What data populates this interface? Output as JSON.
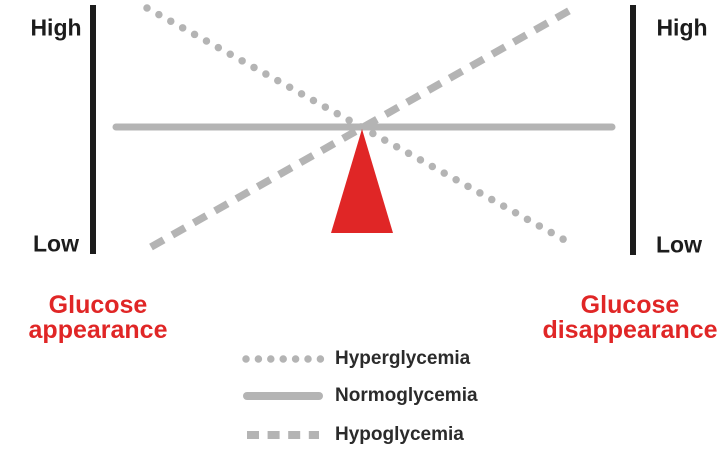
{
  "axes": {
    "left": {
      "high": "High",
      "low": "Low"
    },
    "right": {
      "high": "High",
      "low": "Low"
    }
  },
  "labels": {
    "left": {
      "line1": "Glucose",
      "line2": "appearance"
    },
    "right": {
      "line1": "Glucose",
      "line2": "disappearance"
    }
  },
  "legend": {
    "items": [
      {
        "swatch": "dotted-line",
        "label": "Hyperglycemia"
      },
      {
        "swatch": "solid-line",
        "label": "Normoglycemia"
      },
      {
        "swatch": "dashed-line",
        "label": "Hypoglycemia"
      }
    ]
  },
  "figure": {
    "type": "balance-diagram",
    "lines": [
      {
        "name": "Hyperglycemia",
        "stroke": "dotted",
        "from": "high glucose appearance (top-left)",
        "to": "low glucose disappearance (bottom-right)"
      },
      {
        "name": "Normoglycemia",
        "stroke": "solid",
        "from": "level (left)",
        "to": "level (right)"
      },
      {
        "name": "Hypoglycemia",
        "stroke": "dashed",
        "from": "low glucose appearance (bottom-left)",
        "to": "high glucose disappearance (top-right)"
      }
    ],
    "fulcrum": "red triangle under the balance point"
  },
  "colors": {
    "red": "#e02626",
    "gray": "#b4b4b4",
    "ink": "#1c1c1c",
    "legend-ink": "#2b2b2b"
  }
}
